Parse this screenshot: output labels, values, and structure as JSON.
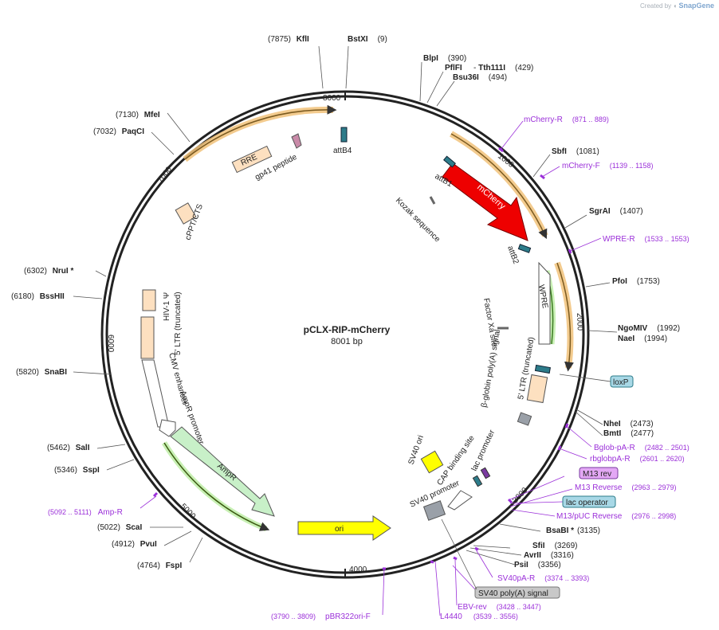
{
  "watermark": {
    "prefix": "Created by",
    "brand": "SnapGene"
  },
  "plasmid": {
    "name": "pCLX-RIP-mCherry",
    "size": "8001 bp"
  },
  "ring_ticks": [
    "1000",
    "2000",
    "3000",
    "4000",
    "5000",
    "6000",
    "7000",
    "8000"
  ],
  "enzymes": [
    {
      "name": "KflI",
      "pos": "(7875)"
    },
    {
      "name": "BstXI",
      "pos": "(9)"
    },
    {
      "name": "BlpI",
      "pos": "(390)"
    },
    {
      "name": "PflFI",
      "pos": ""
    },
    {
      "name": "Tth111I",
      "pos": "(429)"
    },
    {
      "name": "Bsu36I",
      "pos": "(494)"
    },
    {
      "name": "SbfI",
      "pos": "(1081)"
    },
    {
      "name": "SgrAI",
      "pos": "(1407)"
    },
    {
      "name": "PfoI",
      "pos": "(1753)"
    },
    {
      "name": "NgoMIV",
      "pos": "(1992)"
    },
    {
      "name": "NaeI",
      "pos": "(1994)"
    },
    {
      "name": "NheI",
      "pos": "(2473)"
    },
    {
      "name": "BmtI",
      "pos": "(2477)"
    },
    {
      "name": "BsaBI *",
      "pos": "(3135)"
    },
    {
      "name": "SfiI",
      "pos": "(3269)"
    },
    {
      "name": "AvrII",
      "pos": "(3316)"
    },
    {
      "name": "PsiI",
      "pos": "(3356)"
    },
    {
      "name": "FspI",
      "pos": "(4764)"
    },
    {
      "name": "PvuI",
      "pos": "(4912)"
    },
    {
      "name": "ScaI",
      "pos": "(5022)"
    },
    {
      "name": "SspI",
      "pos": "(5346)"
    },
    {
      "name": "SalI",
      "pos": "(5462)"
    },
    {
      "name": "SnaBI",
      "pos": "(5820)"
    },
    {
      "name": "BssHII",
      "pos": "(6180)"
    },
    {
      "name": "NruI *",
      "pos": "(6302)"
    },
    {
      "name": "PaqCI",
      "pos": "(7032)"
    },
    {
      "name": "MfeI",
      "pos": "(7130)"
    }
  ],
  "primers": [
    {
      "name": "mCherry-R",
      "range": "(871 .. 889)"
    },
    {
      "name": "mCherry-F",
      "range": "(1139 .. 1158)"
    },
    {
      "name": "WPRE-R",
      "range": "(1533 .. 1553)"
    },
    {
      "name": "Bglob-pA-R",
      "range": "(2482 .. 2501)"
    },
    {
      "name": "rbglobpA-R",
      "range": "(2601 .. 2620)"
    },
    {
      "name": "M13 Reverse",
      "range": "(2963 .. 2979)"
    },
    {
      "name": "M13/pUC Reverse",
      "range": "(2976 .. 2998)"
    },
    {
      "name": "SV40pA-R",
      "range": "(3374 .. 3393)"
    },
    {
      "name": "EBV-rev",
      "range": "(3428 .. 3447)"
    },
    {
      "name": "L4440",
      "range": "(3539 .. 3556)"
    },
    {
      "name": "pBR322ori-F",
      "range": "(3790 .. 3809)"
    },
    {
      "name": "Amp-R",
      "range": "(5092 .. 5111)"
    }
  ],
  "boxed_labels": {
    "m13rev": "M13 rev",
    "lacop": "lac operator",
    "loxp": "loxP",
    "sv40pa": "SV40 poly(A) signal"
  },
  "features": {
    "mcherry": "mCherry",
    "attb1": "attB1",
    "attb2": "attB2",
    "attb4": "attB4",
    "kozak": "Kozak sequence",
    "rre": "RRE",
    "gp41": "gp41 peptide",
    "cppt": "cPPT/CTS",
    "wpre": "WPRE",
    "factorxa": "Factor Xa site",
    "bglobin": "β-globin poly(A) signal",
    "ltr3": "5' LTR (truncated)",
    "hiv1psi": "HIV-1 Ψ",
    "ltr5": "5' LTR (truncated)",
    "cmv": "CMV enhancer",
    "ampprom": "AmpR promoter",
    "ampr": "AmpR",
    "ori": "ori",
    "sv40ori": "SV40 ori",
    "cap": "CAP binding site",
    "lacprom": "lac promoter",
    "sv40prom": "SV40 promoter"
  }
}
